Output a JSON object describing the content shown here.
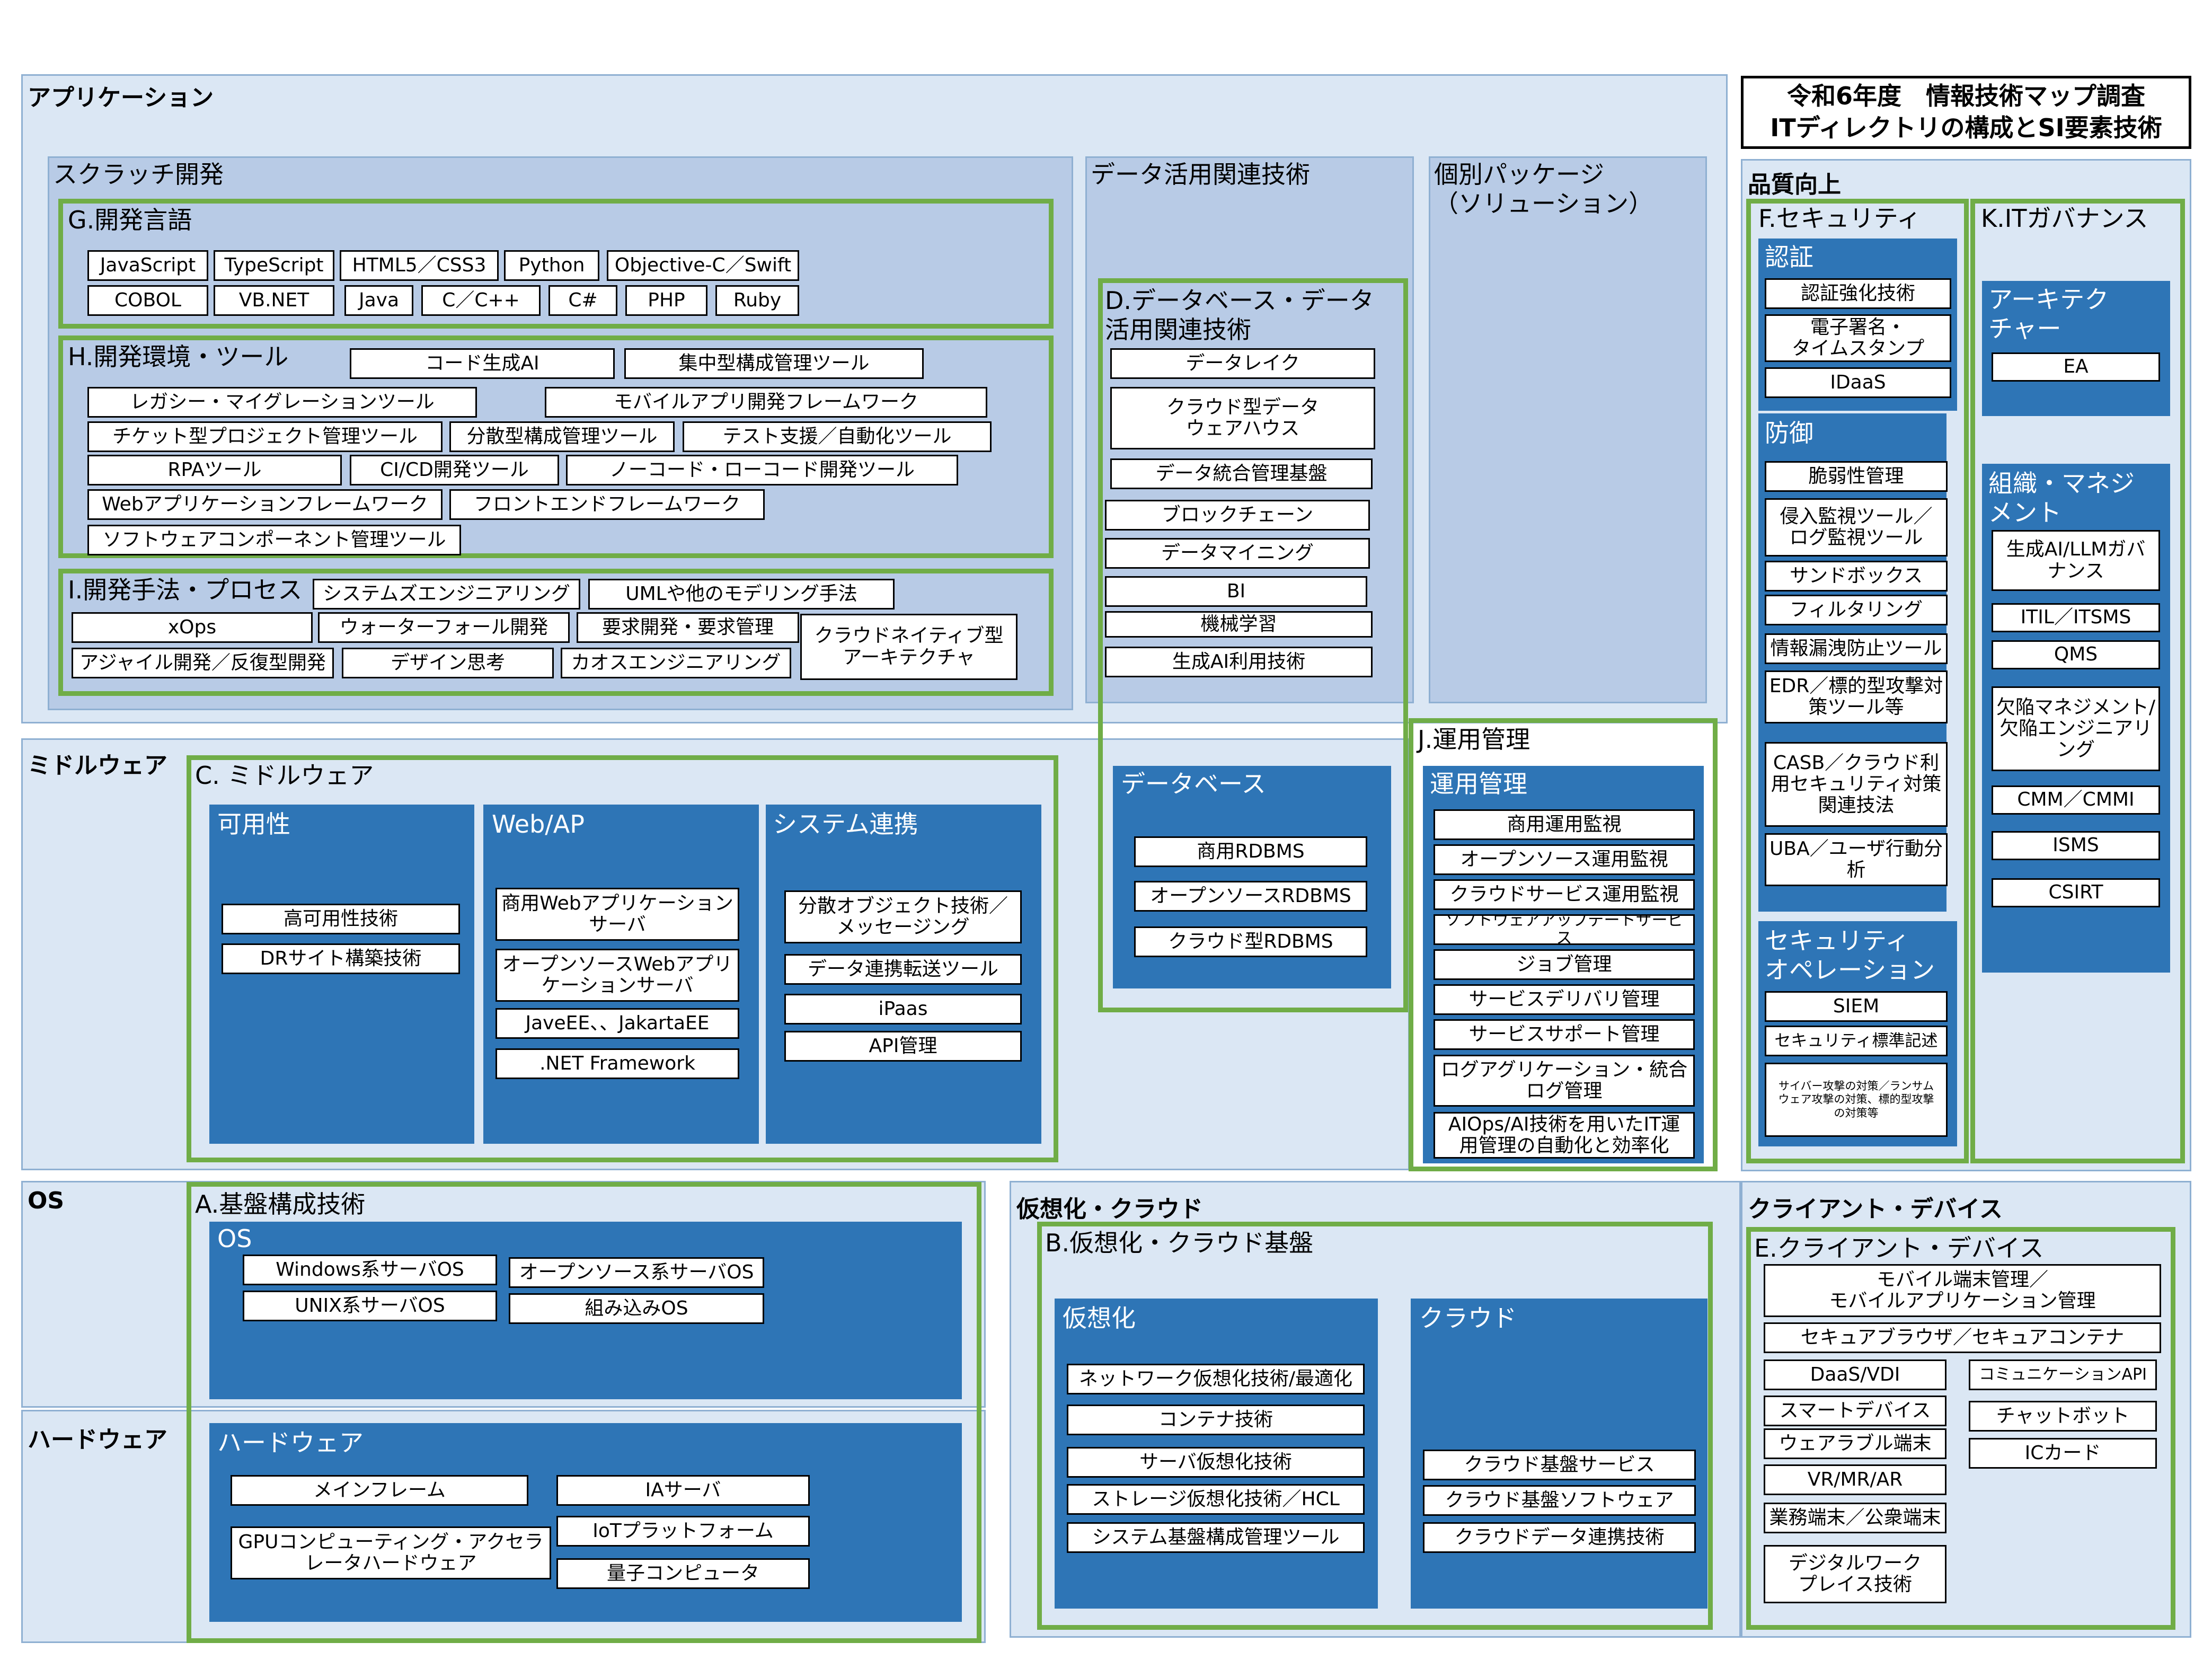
{
  "title": {
    "line1": "令和6年度　情報技術マップ調査",
    "line2": "ITディレクトリの構成とSI要素技術"
  },
  "colors": {
    "green_frame": "#70ad47",
    "category_blue": "#2e75b6",
    "zone_background": "#dbe7f4",
    "sub_zone_background": "#b8cbe6"
  },
  "zones": {
    "application": "アプリケーション",
    "middleware": "ミドルウェア",
    "os": "OS",
    "hardware": "ハードウェア",
    "virtual_cloud": "仮想化・クラウド",
    "quality": "品質向上",
    "client": "クライアント・デバイス"
  },
  "scratch": {
    "label": "スクラッチ開発",
    "G": {
      "label": "G.開発言語",
      "items": [
        "JavaScript",
        "TypeScript",
        "HTML5／CSS3",
        "Python",
        "Objective-C／Swift",
        "COBOL",
        "VB.NET",
        "Java",
        "C／C++",
        "C#",
        "PHP",
        "Ruby"
      ]
    },
    "H": {
      "label": "H.開発環境・ツール",
      "items": [
        "コード生成AI",
        "集中型構成管理ツール",
        "レガシー・マイグレーションツール",
        "モバイルアプリ開発フレームワーク",
        "チケット型プロジェクト管理ツール",
        "分散型構成管理ツール",
        "テスト支援／自動化ツール",
        "RPAツール",
        "CI/CD開発ツール",
        "ノーコード・ローコード開発ツール",
        "Webアプリケーションフレームワーク",
        "フロントエンドフレームワーク",
        "ソフトウェアコンポーネント管理ツール"
      ]
    },
    "I": {
      "label": "I.開発手法・プロセス",
      "items": [
        "システムズエンジニアリング",
        "UMLや他のモデリング手法",
        "xOps",
        "ウォーターフォール開発",
        "要求開発・要求管理",
        "クラウドネイティブ型\nアーキテクチャ",
        "アジャイル開発／反復型開発",
        "デザイン思考",
        "カオスエンジニアリング"
      ]
    }
  },
  "data_util": {
    "label": "データ活用関連技術",
    "D": {
      "label": "D.データベース・データ\n活用関連技術",
      "items": [
        "データレイク",
        "クラウド型データ\nウェアハウス",
        "データ統合管理基盤",
        "ブロックチェーン",
        "データマイニング",
        "BI",
        "機械学習",
        "生成AI利用技術"
      ]
    },
    "database": {
      "label": "データベース",
      "items": [
        "商用RDBMS",
        "オープンソースRDBMS",
        "クラウド型RDBMS"
      ]
    }
  },
  "package": {
    "label": "個別パッケージ\n（ソリューション）"
  },
  "middleware": {
    "C_label": "C. ミドルウェア",
    "availability": {
      "label": "可用性",
      "items": [
        "高可用性技術",
        "DRサイト構築技術"
      ]
    },
    "webap": {
      "label": "Web/AP",
      "items": [
        "商用Webアプリケーション\nサーバ",
        "オープンソースWebアプリ\nケーションサーバ",
        "JaveEE、、JakartaEE",
        ".NET Framework"
      ]
    },
    "integration": {
      "label": "システム連携",
      "items": [
        "分散オブジェクト技術／\nメッセージング",
        "データ連携転送ツール",
        "iPaas",
        "API管理"
      ]
    }
  },
  "operations": {
    "J_label": "J.運用管理",
    "inner_label": "運用管理",
    "items": [
      "商用運用監視",
      "オープンソース運用監視",
      "クラウドサービス運用監視",
      "ソフトウェアアップデートサービス",
      "ジョブ管理",
      "サービスデリバリ管理",
      "サービスサポート管理",
      "ログアグリケーション・統合\nログ管理",
      "AIOps/AI技術を用いたIT運\n用管理の自動化と効率化"
    ]
  },
  "infra": {
    "A_label": "A.基盤構成技術",
    "os": {
      "label": "OS",
      "items": [
        "Windows系サーバOS",
        "オープンソース系サーバOS",
        "UNIX系サーバOS",
        "組み込みOS"
      ]
    },
    "hardware": {
      "label": "ハードウェア",
      "items": [
        "メインフレーム",
        "IAサーバ",
        "IoTプラットフォーム",
        "GPUコンピューティング・アクセラ\nレータハードウェア",
        "量子コンピュータ"
      ]
    }
  },
  "virtual": {
    "B_label": "B.仮想化・クラウド基盤",
    "virt": {
      "label": "仮想化",
      "items": [
        "ネットワーク仮想化技術/最適化",
        "コンテナ技術",
        "サーバ仮想化技術",
        "ストレージ仮想化技術／HCL",
        "システム基盤構成管理ツール"
      ]
    },
    "cloud": {
      "label": "クラウド",
      "items": [
        "クラウド基盤サービス",
        "クラウド基盤ソフトウェア",
        "クラウドデータ連携技術"
      ]
    }
  },
  "security": {
    "F_label": "F.セキュリティ",
    "auth": {
      "label": "認証",
      "items": [
        "認証強化技術",
        "電子署名・\nタイムスタンプ",
        "IDaaS"
      ]
    },
    "defense": {
      "label": "防御",
      "items": [
        "脆弱性管理",
        "侵入監視ツール／\nログ監視ツール",
        "サンドボックス",
        "フィルタリング",
        "情報漏洩防止ツール",
        "EDR／標的型攻撃対\n策ツール等",
        "CASB／クラウド利\n用セキュリティ対策\n関連技法",
        "UBA／ユーザ行動分\n析"
      ]
    },
    "secops": {
      "label": "セキュリティ\nオペレーション",
      "items": [
        "SIEM",
        "セキュリティ標準記述",
        "サイバー攻撃の対策／ランサム\nウェア攻撃の対策、標的型攻撃\nの対策等"
      ]
    }
  },
  "governance": {
    "K_label": "K.ITガバナンス",
    "arch": {
      "label": "アーキテク\nチャー",
      "items": [
        "EA"
      ]
    },
    "org": {
      "label": "組織・マネジ\nメント",
      "items": [
        "生成AI/LLMガバ\nナンス",
        "ITIL／ITSMS",
        "QMS",
        "欠陥マネジメント/\n欠陥エンジニアリ\nング",
        "CMM／CMMI",
        "ISMS",
        "CSIRT"
      ]
    }
  },
  "client": {
    "E_label": "E.クライアント・デバイス",
    "items": [
      "モバイル端末管理／\nモバイルアプリケーション管理",
      "セキュアブラウザ／セキュアコンテナ",
      "DaaS/VDI",
      "コミュニケーションAPI",
      "スマートデバイス",
      "チャットボット",
      "ウェアラブル端末",
      "ICカード",
      "VR/MR/AR",
      "業務端末／公衆端末",
      "デジタルワーク\nプレイス技術"
    ]
  }
}
